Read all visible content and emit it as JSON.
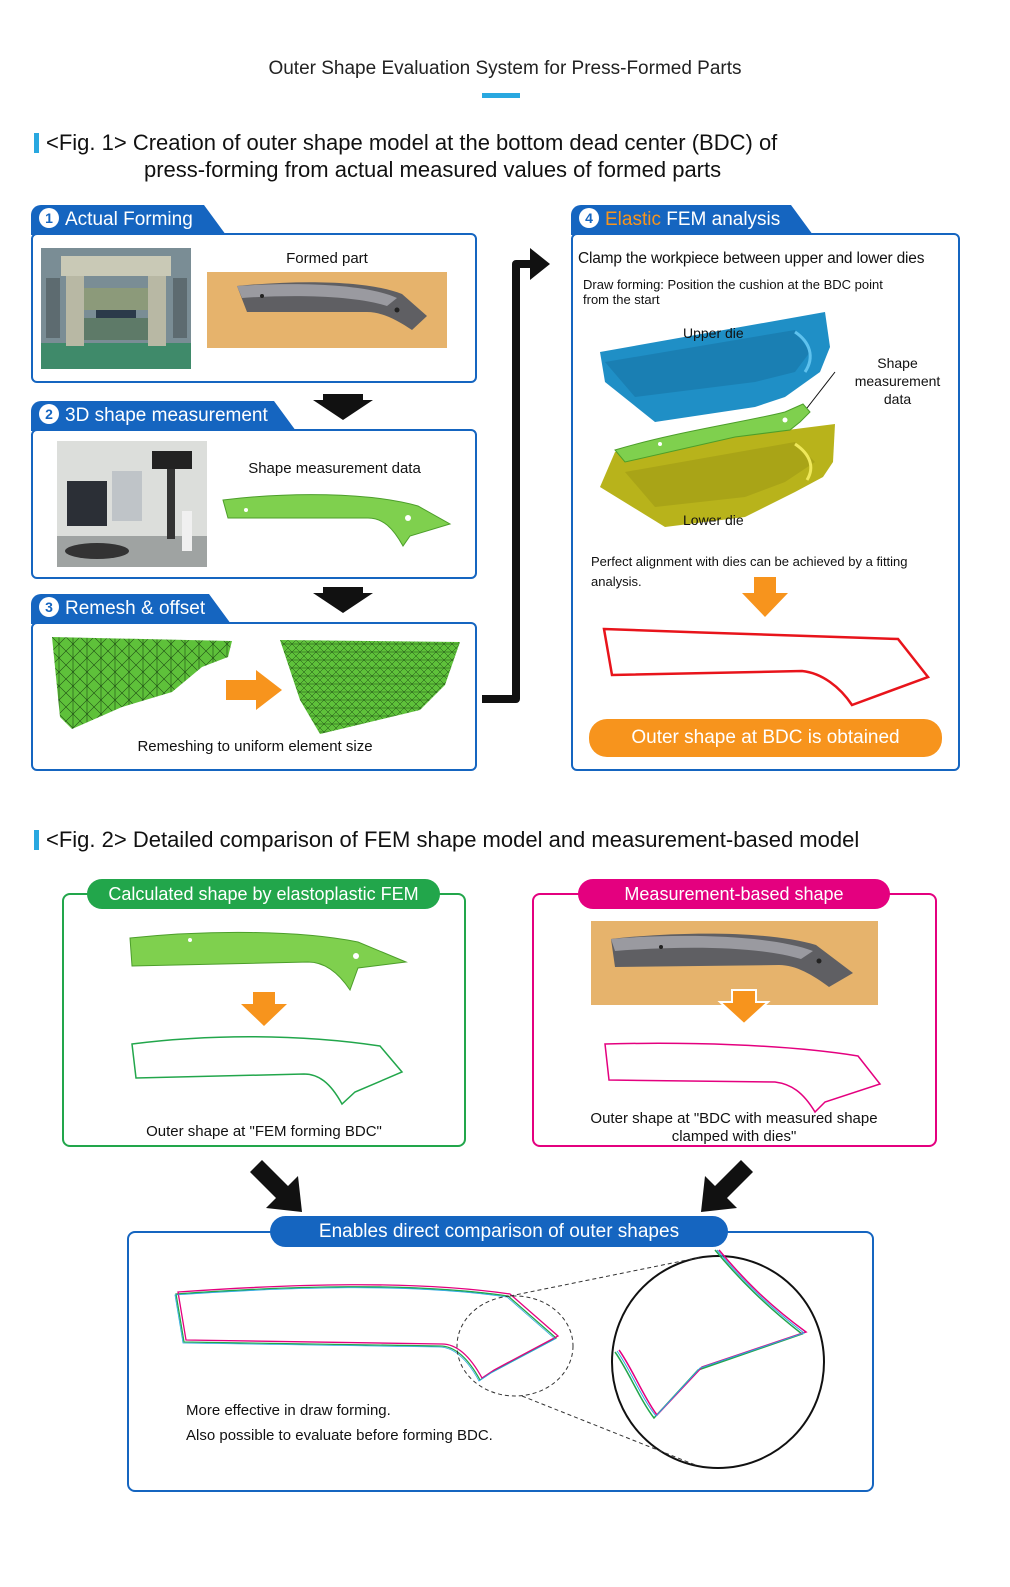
{
  "page_title": "Outer Shape Evaluation System for Press-Formed Parts",
  "fig1": {
    "heading_line1": "<Fig. 1> Creation of outer shape model at the bottom dead center (BDC) of",
    "heading_line2": "press-forming from actual measured values of formed parts",
    "step1": {
      "num": "1",
      "label": "Actual Forming",
      "caption": "Formed part"
    },
    "step2": {
      "num": "2",
      "label": "3D shape measurement",
      "caption": "Shape measurement data"
    },
    "step3": {
      "num": "3",
      "label": "Remesh & offset",
      "caption": "Remeshing to uniform element size"
    },
    "step4": {
      "num": "4",
      "label_highlight": "Elastic",
      "label_rest": " FEM analysis",
      "clamp_text": "Clamp the workpiece between upper and lower dies",
      "draw_line1": "Draw forming: Position the cushion at the BDC point",
      "draw_line2": "from the start",
      "upper_die": "Upper die",
      "lower_die": "Lower die",
      "shape_label_1": "Shape",
      "shape_label_2": "measurement",
      "shape_label_3": "data",
      "alignment_line1": "Perfect alignment with dies can be achieved by a fitting",
      "alignment_line2": "analysis.",
      "result": "Outer shape at BDC is obtained"
    }
  },
  "fig2": {
    "heading": "<Fig. 2> Detailed comparison of FEM shape model and measurement-based model",
    "left_title": "Calculated shape by elastoplastic FEM",
    "left_caption": "Outer shape at \"FEM forming BDC\"",
    "right_title": "Measurement-based shape",
    "right_caption_line1": "Outer shape at \"BDC with measured shape",
    "right_caption_line2": "clamped with dies\"",
    "compare_title": "Enables direct comparison of outer shapes",
    "note_line1": "More effective in draw forming.",
    "note_line2": "Also possible to evaluate before forming BDC."
  },
  "colors": {
    "blue": "#1565c0",
    "accent_bar": "#29a8e0",
    "orange": "#f7941d",
    "green": "#22a64b",
    "magenta": "#e4007f",
    "red_outline": "#e8141b",
    "mesh_green": "#5ec13a",
    "upper_die": "#1f8fc6",
    "lower_die": "#b8b31b"
  }
}
